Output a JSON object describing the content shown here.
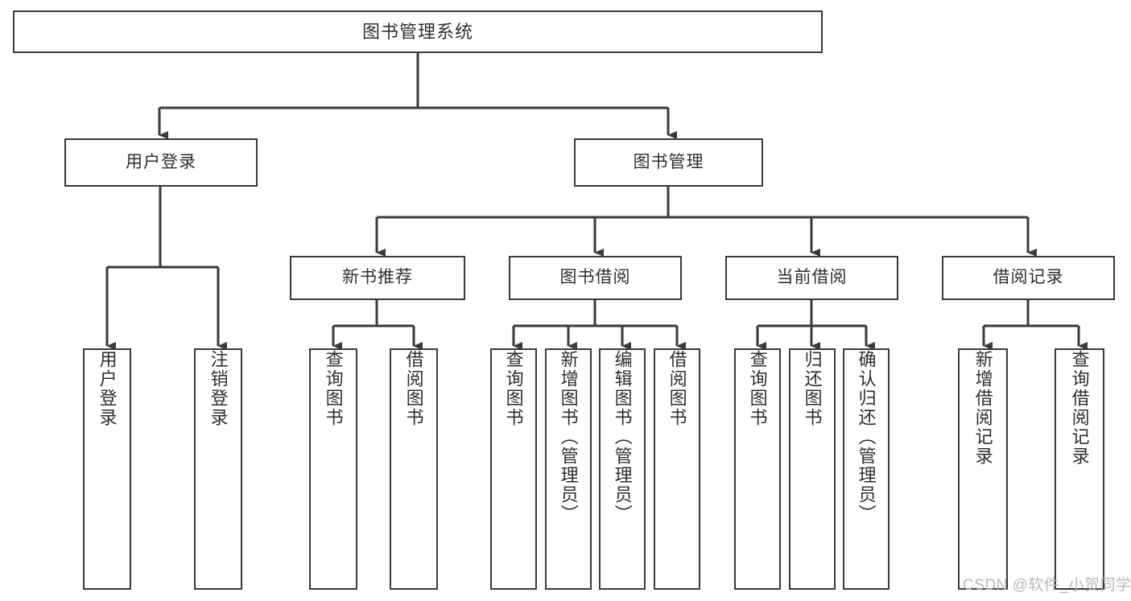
{
  "diagram": {
    "type": "tree-hierarchy",
    "title": "图书管理系统",
    "watermark": "CSDN @软件_小贺同学",
    "colors": {
      "box_border": "#3a3a3a",
      "box_fill": "#ffffff",
      "text": "#2f2f2f",
      "edge": "#3a3a3a",
      "watermark": "#b9b9b9",
      "background": "#ffffff"
    },
    "root": {
      "label": "图书管理系统"
    },
    "level1": [
      {
        "label": "用户登录"
      },
      {
        "label": "图书管理"
      }
    ],
    "level2": [
      {
        "label": "新书推荐"
      },
      {
        "label": "图书借阅"
      },
      {
        "label": "当前借阅"
      },
      {
        "label": "借阅记录"
      }
    ],
    "leaves": {
      "user_login": [
        {
          "label": "用户登录"
        },
        {
          "label": "注销登录"
        }
      ],
      "new_book_recommend": [
        {
          "label": "查询图书"
        },
        {
          "label": "借阅图书"
        }
      ],
      "book_borrow": [
        {
          "label": "查询图书"
        },
        {
          "label": "新增图书（管理员）"
        },
        {
          "label": "编辑图书（管理员）"
        },
        {
          "label": "借阅图书"
        }
      ],
      "current_borrow": [
        {
          "label": "查询图书"
        },
        {
          "label": "归还图书"
        },
        {
          "label": "确认归还（管理员）"
        }
      ],
      "borrow_record": [
        {
          "label": "新增借阅记录"
        },
        {
          "label": "查询借阅记录"
        }
      ]
    }
  }
}
